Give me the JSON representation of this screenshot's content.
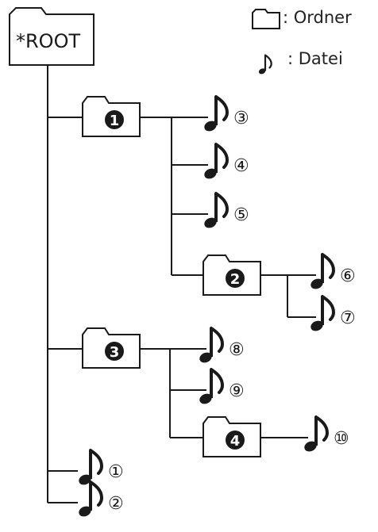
{
  "root": {
    "label": "*ROOT"
  },
  "legend": {
    "folder_label": ": Ordner",
    "file_label": ": Datei"
  },
  "folders": [
    {
      "number": "1"
    },
    {
      "number": "2"
    },
    {
      "number": "3"
    },
    {
      "number": "4"
    }
  ],
  "files": [
    {
      "number": "①"
    },
    {
      "number": "②"
    },
    {
      "number": "③"
    },
    {
      "number": "④"
    },
    {
      "number": "⑤"
    },
    {
      "number": "⑥"
    },
    {
      "number": "⑦"
    },
    {
      "number": "⑧"
    },
    {
      "number": "⑨"
    },
    {
      "number": "⑩"
    }
  ],
  "colors": {
    "line": "#1a1a1a",
    "badge": "#1a1a1a",
    "badge_text": "#ffffff"
  }
}
